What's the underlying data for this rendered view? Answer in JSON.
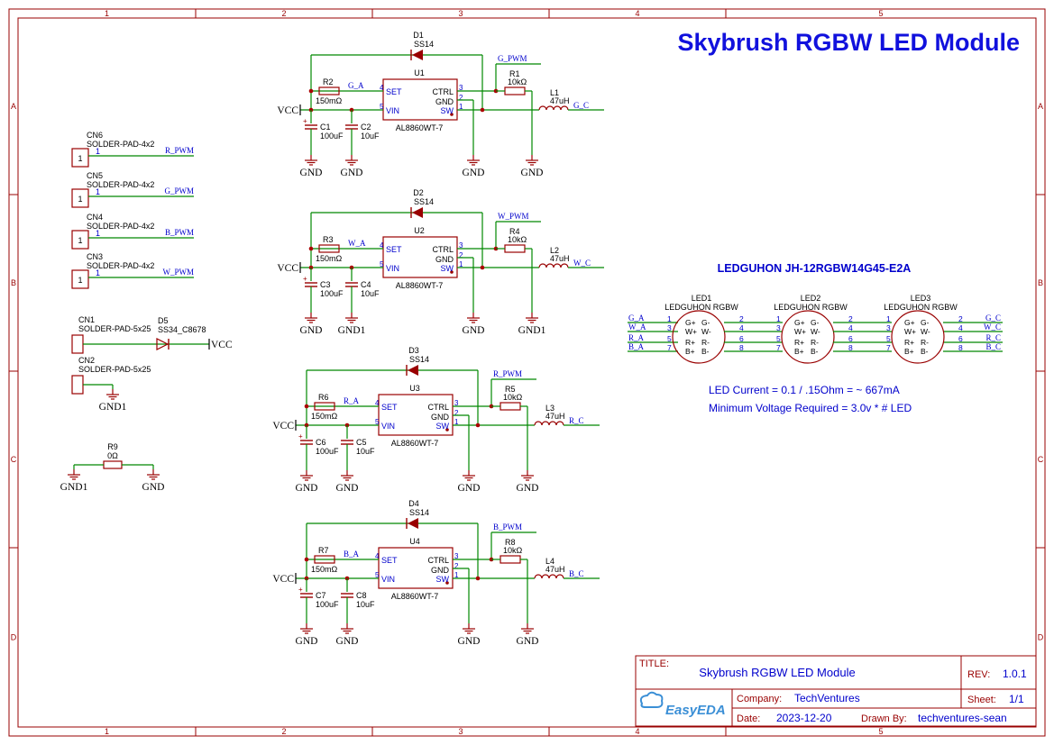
{
  "title": "Skybrush RGBW LED Module",
  "grid": {
    "columns": [
      "1",
      "2",
      "3",
      "4",
      "5"
    ],
    "rows": [
      "A",
      "B",
      "C",
      "D"
    ]
  },
  "led_heading": "LEDGUHON JH-12RGBW14G45-E2A",
  "notes": {
    "current": "LED Current = 0.1 / .15Ohm = ~ 667mA",
    "voltage": "Minimum Voltage Required = 3.0v * # LED"
  },
  "connectors": [
    {
      "ref": "CN6",
      "part": "SOLDER-PAD-4x2",
      "pin": "1",
      "net": "R_PWM"
    },
    {
      "ref": "CN5",
      "part": "SOLDER-PAD-4x2",
      "pin": "1",
      "net": "G_PWM"
    },
    {
      "ref": "CN4",
      "part": "SOLDER-PAD-4x2",
      "pin": "1",
      "net": "B_PWM"
    },
    {
      "ref": "CN3",
      "part": "SOLDER-PAD-4x2",
      "pin": "1",
      "net": "W_PWM"
    },
    {
      "ref": "CN1",
      "part": "SOLDER-PAD-5x25"
    },
    {
      "ref": "CN2",
      "part": "SOLDER-PAD-5x25"
    }
  ],
  "d5": {
    "ref": "D5",
    "part": "SS34_C8678",
    "net": "VCC"
  },
  "gnd1": "GND1",
  "r9": {
    "ref": "R9",
    "value": "0Ω",
    "left": "GND1",
    "right": "GND"
  },
  "drivers": [
    {
      "diode": "D1",
      "diode_part": "SS14",
      "pwm": "G_PWM",
      "u": "U1",
      "rset": "R2",
      "rset_val": "150mΩ",
      "net_a": "G_A",
      "rpull": "R1",
      "rpull_val": "10kΩ",
      "ind": "L1",
      "ind_val": "47uH",
      "net_c": "G_C",
      "c_big": "C1",
      "c_big_val": "100uF",
      "c_small": "C2",
      "c_small_val": "10uF",
      "gnd_bottom": "GND"
    },
    {
      "diode": "D2",
      "diode_part": "SS14",
      "pwm": "W_PWM",
      "u": "U2",
      "rset": "R3",
      "rset_val": "150mΩ",
      "net_a": "W_A",
      "rpull": "R4",
      "rpull_val": "10kΩ",
      "ind": "L2",
      "ind_val": "47uH",
      "net_c": "W_C",
      "c_big": "C3",
      "c_big_val": "100uF",
      "c_small": "C4",
      "c_small_val": "10uF",
      "gnd_bottom": "GND1"
    },
    {
      "diode": "D3",
      "diode_part": "SS14",
      "pwm": "R_PWM",
      "u": "U3",
      "rset": "R6",
      "rset_val": "150mΩ",
      "net_a": "R_A",
      "rpull": "R5",
      "rpull_val": "10kΩ",
      "ind": "L3",
      "ind_val": "47uH",
      "net_c": "R_C",
      "c_big": "C6",
      "c_big_val": "100uF",
      "c_small": "C5",
      "c_small_val": "10uF",
      "gnd_bottom": "GND"
    },
    {
      "diode": "D4",
      "diode_part": "SS14",
      "pwm": "B_PWM",
      "u": "U4",
      "rset": "R7",
      "rset_val": "150mΩ",
      "net_a": "B_A",
      "rpull": "R8",
      "rpull_val": "10kΩ",
      "ind": "L4",
      "ind_val": "47uH",
      "net_c": "B_C",
      "c_big": "C7",
      "c_big_val": "100uF",
      "c_small": "C8",
      "c_small_val": "10uF",
      "gnd_bottom": "GND"
    }
  ],
  "ic": {
    "part": "AL8860WT-7",
    "pins": {
      "set": "SET",
      "vin": "VIN",
      "ctrl": "CTRL",
      "gnd": "GND",
      "sw": "SW"
    },
    "pin_nums": {
      "set": "4",
      "vin": "5",
      "ctrl": "3",
      "gnd": "2",
      "sw": "1"
    }
  },
  "vcc": "VCC",
  "gnd": "GND",
  "leds": [
    {
      "ref": "LED1",
      "part": "LEDGUHON RGBW"
    },
    {
      "ref": "LED2",
      "part": "LEDGUHON RGBW"
    },
    {
      "ref": "LED3",
      "part": "LEDGUHON RGBW"
    }
  ],
  "led_pins_left": [
    "G+",
    "W+",
    "R+",
    "B+"
  ],
  "led_pins_right": [
    "G-",
    "W-",
    "R-",
    "B-"
  ],
  "led_pin_nums_left": [
    "1",
    "3",
    "5",
    "7"
  ],
  "led_pin_nums_right": [
    "2",
    "4",
    "6",
    "8"
  ],
  "led_in_nets": [
    "G_A",
    "W_A",
    "R_A",
    "B_A"
  ],
  "led_out_nets": [
    "G_C",
    "W_C",
    "R_C",
    "B_C"
  ],
  "title_block": {
    "title_label": "TITLE:",
    "title": "Skybrush RGBW LED Module",
    "rev_label": "REV:",
    "rev": "1.0.1",
    "logo": "EasyEDA",
    "company_label": "Company:",
    "company": "TechVentures",
    "sheet_label": "Sheet:",
    "sheet": "1/1",
    "date_label": "Date:",
    "date": "2023-12-20",
    "drawn_label": "Drawn By:",
    "drawn": "techventures-sean"
  },
  "colors": {
    "border": "#990000",
    "wire": "#008800",
    "part": "#990000",
    "label": "#0000cc",
    "title": "#0000ee"
  }
}
